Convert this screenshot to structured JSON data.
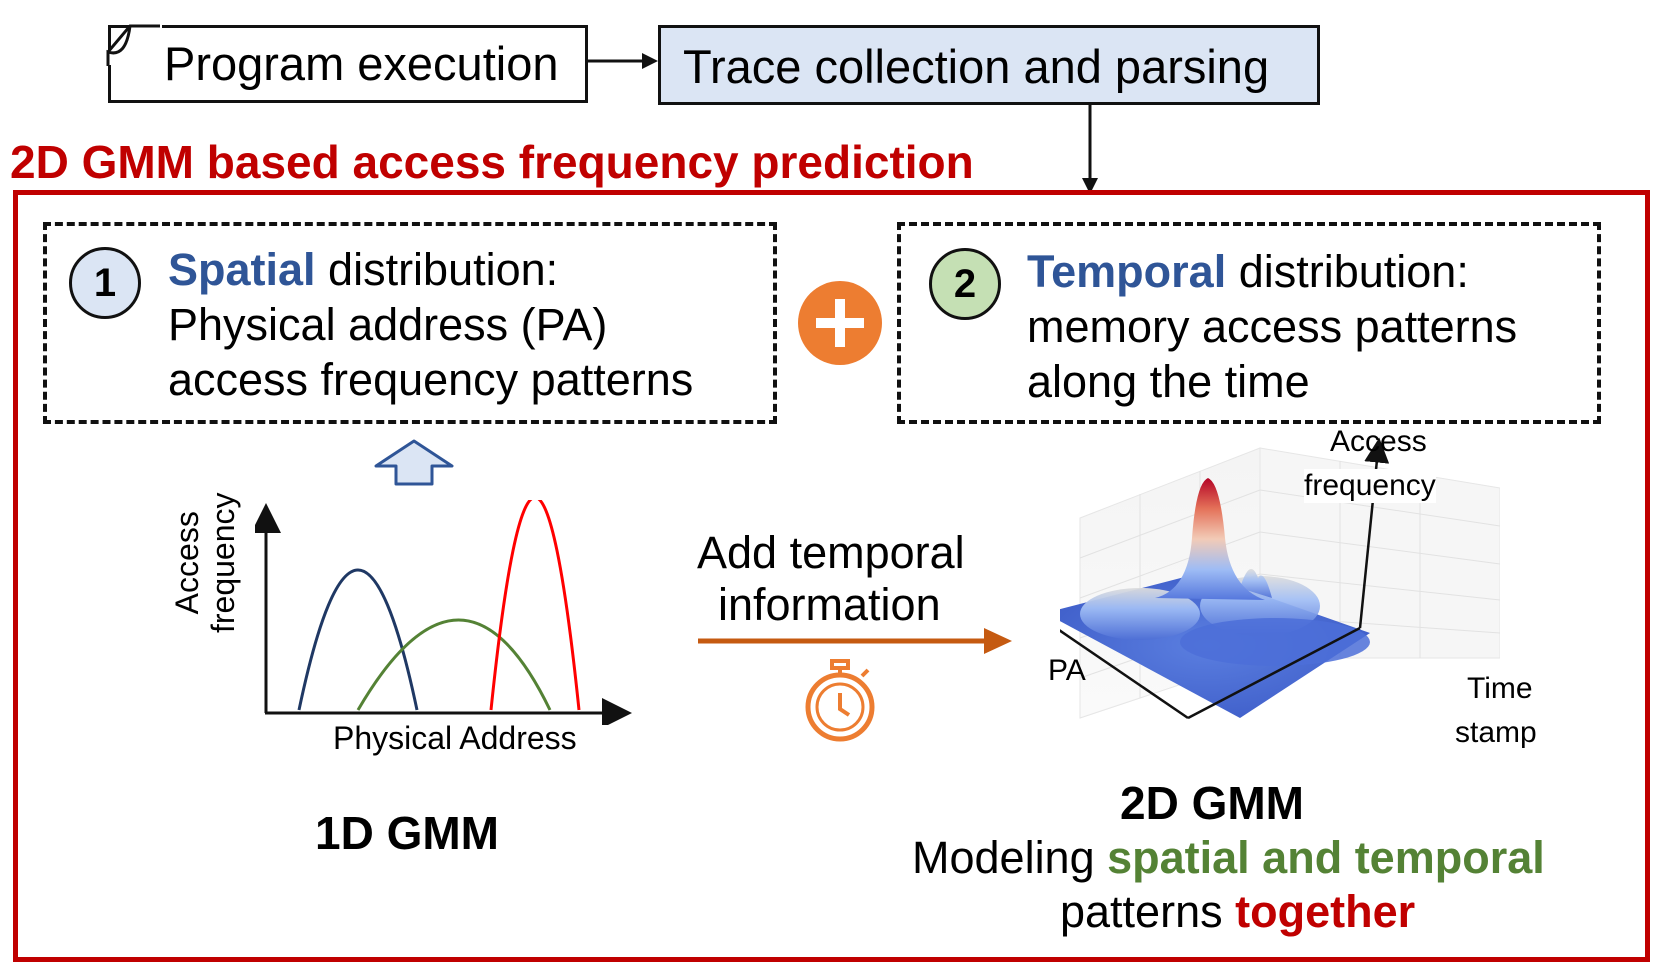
{
  "top": {
    "program_execution": "Program execution",
    "trace_collection": "Trace collection and parsing"
  },
  "section_title": "2D GMM based access frequency prediction",
  "spatial": {
    "number": "1",
    "keyword": "Spatial",
    "rest": " distribution:",
    "line2": "Physical address (PA)",
    "line3": "access frequency patterns"
  },
  "temporal": {
    "number": "2",
    "keyword": "Temporal",
    "rest": " distribution:",
    "line2": "memory access patterns",
    "line3": "along the time"
  },
  "plus_symbol": "+",
  "gmm1d": {
    "y_axis_label_line1": "Access",
    "y_axis_label_line2": "frequency",
    "x_axis_label": "Physical Address",
    "caption": "1D GMM"
  },
  "transition": {
    "line1": "Add temporal",
    "line2": "information"
  },
  "gmm2d": {
    "z_axis_label_line1": "Access",
    "z_axis_label_line2": "frequency",
    "pa_label": "PA",
    "time_label_line1": "Time",
    "time_label_line2": "stamp",
    "caption": "2D GMM",
    "desc_prefix": "Modeling ",
    "desc_green": "spatial and temporal",
    "desc_line2_prefix": "patterns ",
    "desc_red": "together"
  },
  "colors": {
    "title_red": "#c00000",
    "keyword_blue": "#2f5597",
    "keyword_green": "#548235",
    "orange": "#ed7d31",
    "arrow_orange": "#c55a11",
    "trace_fill": "#dbe5f4",
    "circle1_fill": "#dbe5f4",
    "circle2_fill": "#c5e0b4"
  }
}
